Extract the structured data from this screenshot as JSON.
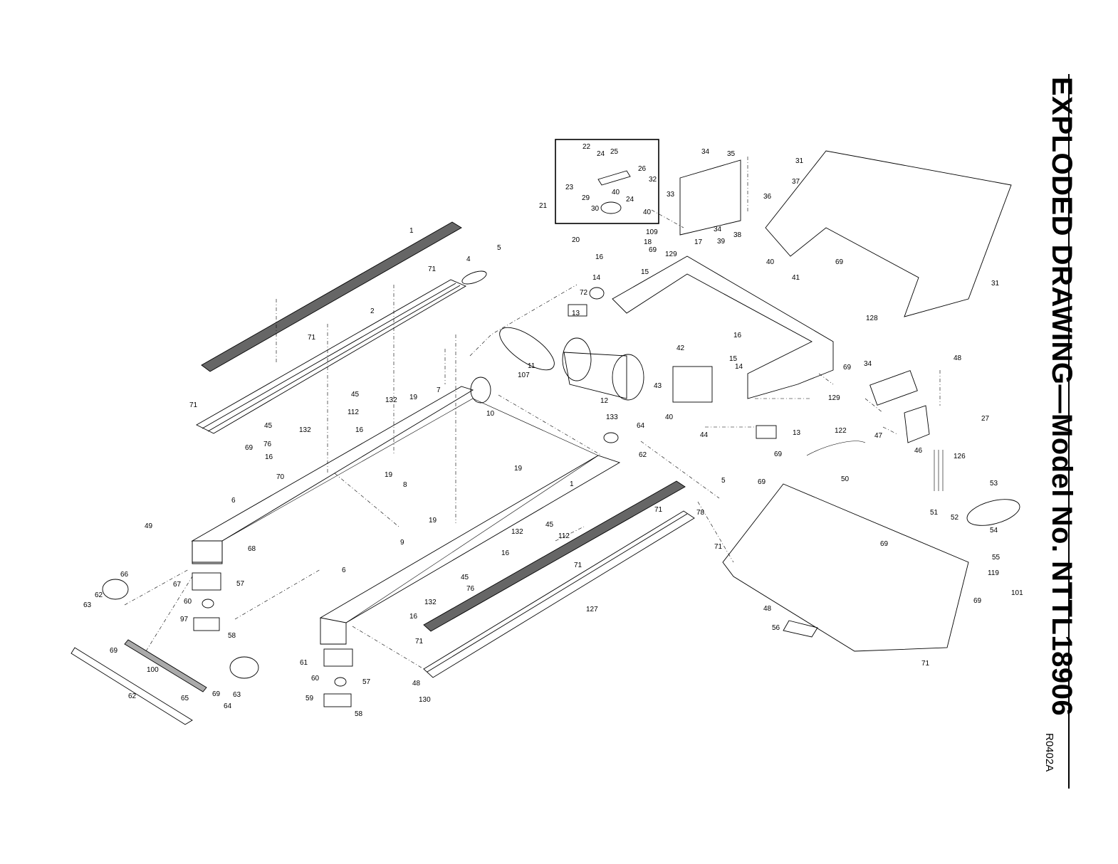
{
  "title": "EXPLODED DRAWING—Model No. NTTL18906",
  "revision": "R0402A",
  "labels": [
    "1",
    "2",
    "4",
    "5",
    "71",
    "71",
    "71",
    "45",
    "132",
    "112",
    "16",
    "45",
    "132",
    "76",
    "16",
    "69",
    "70",
    "6",
    "49",
    "68",
    "19",
    "7",
    "10",
    "107",
    "11",
    "12",
    "13",
    "72",
    "14",
    "16",
    "15",
    "20",
    "18",
    "109",
    "69",
    "129",
    "17",
    "39",
    "38",
    "40",
    "41",
    "69",
    "128",
    "31",
    "37",
    "31",
    "22",
    "24",
    "25",
    "26",
    "23",
    "32",
    "29",
    "40",
    "24",
    "30",
    "40",
    "21",
    "34",
    "35",
    "33",
    "36",
    "34",
    "42",
    "16",
    "15",
    "14",
    "43",
    "40",
    "44",
    "13",
    "48",
    "34",
    "69",
    "129",
    "47",
    "46",
    "27",
    "133",
    "64",
    "62",
    "19",
    "19",
    "8",
    "9",
    "19",
    "45",
    "112",
    "132",
    "16",
    "6",
    "45",
    "76",
    "132",
    "16",
    "1",
    "71",
    "127",
    "78",
    "5",
    "71",
    "71",
    "71",
    "122",
    "126",
    "50",
    "69",
    "69",
    "53",
    "51",
    "52",
    "54",
    "55",
    "119",
    "101",
    "69",
    "69",
    "48",
    "56",
    "71",
    "66",
    "62",
    "63",
    "67",
    "60",
    "57",
    "97",
    "58",
    "69",
    "100",
    "65",
    "69",
    "63",
    "62",
    "64",
    "61",
    "60",
    "57",
    "59",
    "58",
    "48",
    "130"
  ],
  "icons": [
    "treadmill-exploded-drawing"
  ]
}
